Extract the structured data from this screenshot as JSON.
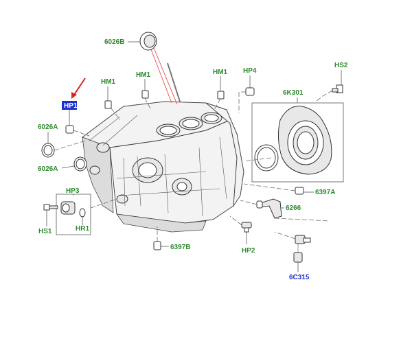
{
  "labels": {
    "l6026b": "6026B",
    "lhm1a": "HM1",
    "lhm1b": "HM1",
    "lhm1c": "HM1",
    "lhp4": "HP4",
    "lhs2": "HS2",
    "lhp1": "HP1",
    "l6026a1": "6026A",
    "l6026a2": "6026A",
    "l6k301": "6K301",
    "lhp3": "HP3",
    "lhs1": "HS1",
    "lhr1": "HR1",
    "l6397a": "6397A",
    "l6266": "6266",
    "l6397b": "6397B",
    "lhp2": "HP2",
    "l6c315": "6C315"
  },
  "colors": {
    "label_green": "#2f8a2f",
    "label_blue": "#1e2fd0",
    "highlight_box": "#1e2fd0",
    "arrow_red": "#e02020",
    "dipstick_line": "#e05050"
  }
}
